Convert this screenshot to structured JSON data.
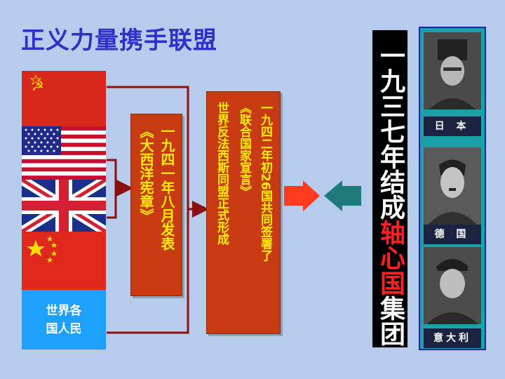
{
  "title": "正义力量携手联盟",
  "people_label": [
    "世界各",
    "国人民"
  ],
  "charter": {
    "line1": "一九四一年八月发表",
    "line2": "《大西洋宪章》"
  },
  "declaration": {
    "line1": "一九四二年初26国共同签署了",
    "line2": "《联合国家宣言》",
    "line3": "世界反法西斯同盟正式形成"
  },
  "axis": {
    "prefix": "一九三七年结成",
    "highlight": "轴心国",
    "suffix": "集团"
  },
  "countries": {
    "japan": "日 本",
    "germany": "德 国",
    "italy": "意大利"
  },
  "colors": {
    "background": "#b7ccec",
    "title": "#2f2fc9",
    "box_red": "#c73a12",
    "text_yellow": "#ffee00",
    "arrow_red": "#ff3b1f",
    "arrow_teal": "#1f7a7a",
    "panel_teal": "#1aa0a6",
    "people_blue": "#1ea0ff"
  },
  "icons": [
    "soviet-flag",
    "us-flag",
    "uk-flag",
    "china-flag",
    "right-arrow-icon",
    "left-arrow-icon"
  ]
}
